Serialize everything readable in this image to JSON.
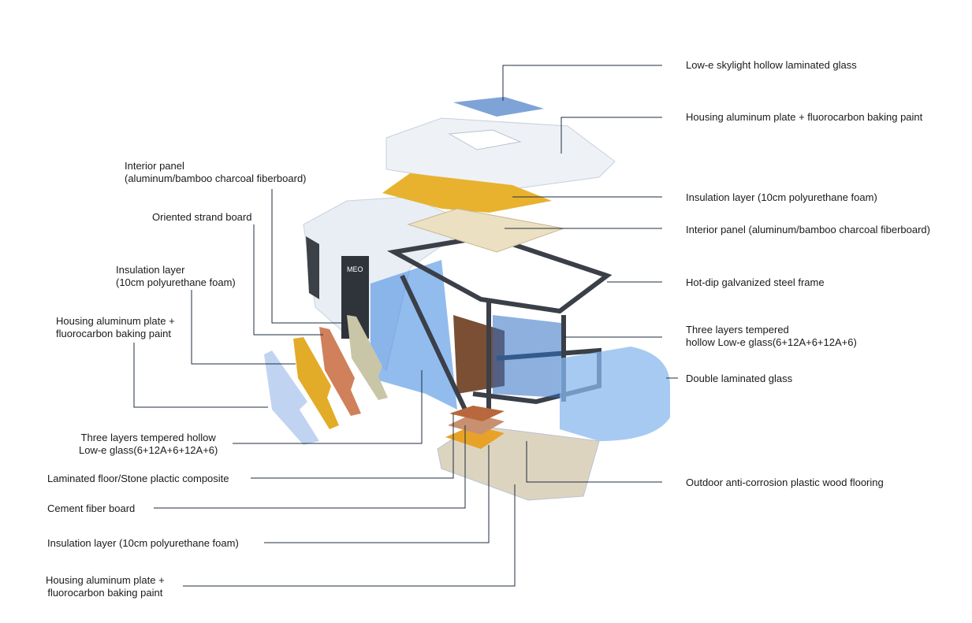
{
  "right_labels": {
    "skylight": "Low-e skylight hollow laminated glass",
    "housing_top": "Housing aluminum plate + fluorocarbon baking paint",
    "insulation_top": "Insulation layer (10cm polyurethane foam)",
    "interior_top": "Interior panel (aluminum/bamboo charcoal fiberboard)",
    "steel_frame": "Hot-dip galvanized steel frame",
    "glass_right_1": "Three layers tempered",
    "glass_right_2": "hollow Low-e glass(6+12A+6+12A+6)",
    "double_glass": "Double laminated glass",
    "outdoor_floor": "Outdoor anti-corrosion plastic wood flooring"
  },
  "left_labels": {
    "interior_1": "Interior panel",
    "interior_2": "(aluminum/bamboo charcoal fiberboard)",
    "osb": "Oriented strand board",
    "insulation_1": "Insulation layer",
    "insulation_2": "(10cm polyurethane foam)",
    "housing_1": "Housing aluminum plate +",
    "housing_2": "fluorocarbon baking paint",
    "glass_1": "Three layers tempered hollow",
    "glass_2": "Low-e glass(6+12A+6+12A+6)",
    "floor": "Laminated floor/Stone plactic composite",
    "cement": "Cement fiber board",
    "insulation_bottom": "Insulation layer (10cm polyurethane foam)",
    "housing_bottom_1": "Housing aluminum plate +",
    "housing_bottom_2": "fluorocarbon baking paint"
  },
  "logo": "MEO",
  "colors": {
    "line": "#1f2d3d",
    "glass": "#4a90e2",
    "insulation": "#e8b22e",
    "shell": "#e6ecf3",
    "frame": "#3a3f48",
    "wood": "#8a5a3a"
  }
}
